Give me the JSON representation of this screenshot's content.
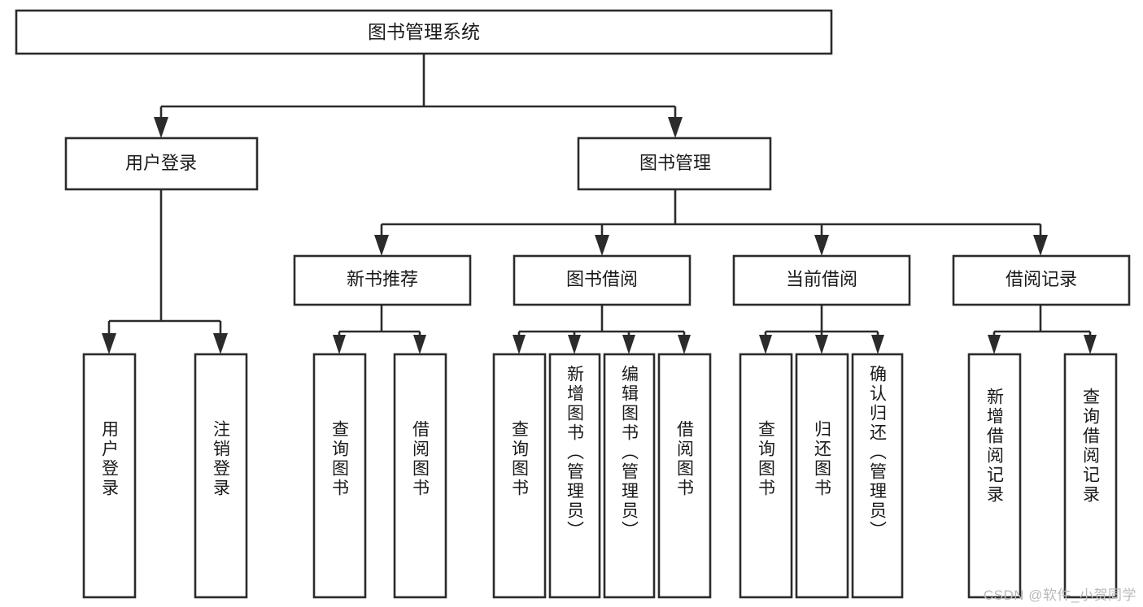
{
  "diagram": {
    "type": "tree-hierarchy",
    "title": "图书管理系统",
    "orientation": "top-down",
    "colors": {
      "box_stroke": "#2b2b2b",
      "box_fill": "#ffffff",
      "connector": "#2b2b2b",
      "text": "#1a1a1a",
      "watermark": "#b9b9b9",
      "background": "#ffffff"
    },
    "root": {
      "id": "root",
      "label": "图书管理系统"
    },
    "level2": [
      {
        "id": "user-login",
        "label": "用户登录"
      },
      {
        "id": "book-manage",
        "label": "图书管理"
      }
    ],
    "level3": [
      {
        "id": "new-book-recommend",
        "label": "新书推荐",
        "parent": "book-manage"
      },
      {
        "id": "book-borrow",
        "label": "图书借阅",
        "parent": "book-manage"
      },
      {
        "id": "current-borrow",
        "label": "当前借阅",
        "parent": "book-manage"
      },
      {
        "id": "borrow-record",
        "label": "借阅记录",
        "parent": "book-manage"
      }
    ],
    "leaves": [
      {
        "id": "leaf-user-login",
        "label": "用户登录",
        "parent": "user-login"
      },
      {
        "id": "leaf-logout-login",
        "label": "注销登录",
        "parent": "user-login"
      },
      {
        "id": "leaf-query-book-1",
        "label": "查询图书",
        "parent": "new-book-recommend"
      },
      {
        "id": "leaf-borrow-book-1",
        "label": "借阅图书",
        "parent": "new-book-recommend"
      },
      {
        "id": "leaf-query-book-2",
        "label": "查询图书",
        "parent": "book-borrow"
      },
      {
        "id": "leaf-add-book",
        "label": "新增图书（管理员）",
        "parent": "book-borrow"
      },
      {
        "id": "leaf-edit-book",
        "label": "编辑图书（管理员）",
        "parent": "book-borrow"
      },
      {
        "id": "leaf-borrow-book-2",
        "label": "借阅图书",
        "parent": "book-borrow"
      },
      {
        "id": "leaf-query-book-3",
        "label": "查询图书",
        "parent": "current-borrow"
      },
      {
        "id": "leaf-return-book",
        "label": "归还图书",
        "parent": "current-borrow"
      },
      {
        "id": "leaf-confirm-return",
        "label": "确认归还（管理员）",
        "parent": "current-borrow"
      },
      {
        "id": "leaf-add-record",
        "label": "新增借阅记录",
        "parent": "borrow-record"
      },
      {
        "id": "leaf-query-record",
        "label": "查询借阅记录",
        "parent": "borrow-record"
      }
    ]
  },
  "watermark": {
    "text": "CSDN @软件_小贺同学"
  }
}
